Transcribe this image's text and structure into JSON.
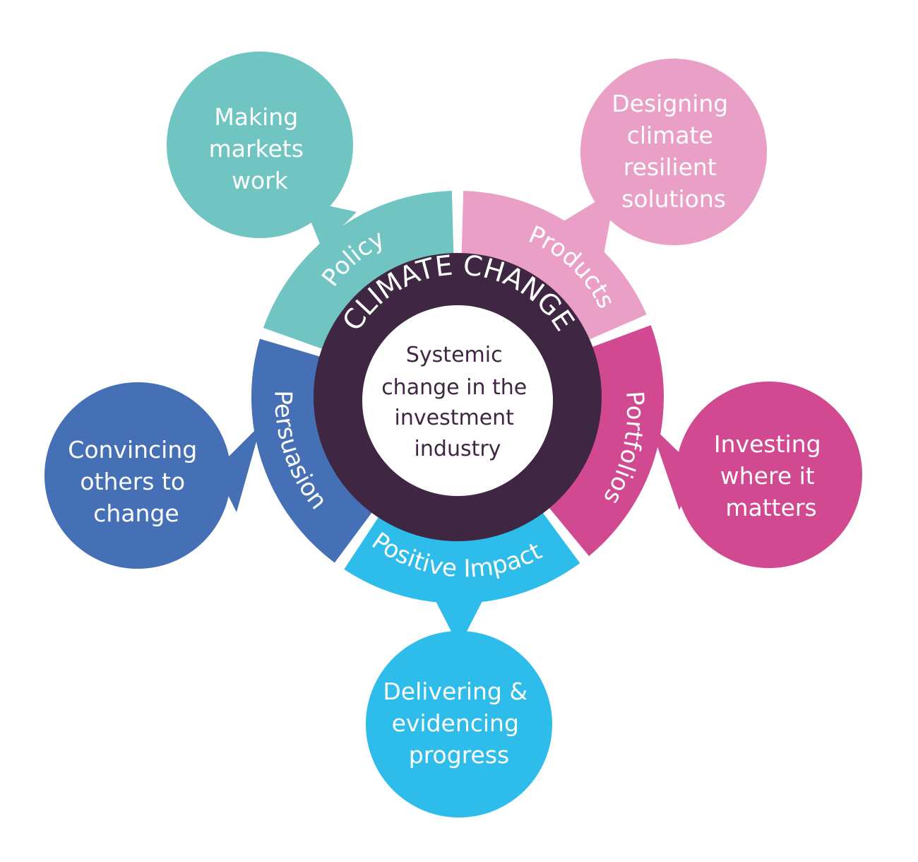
{
  "center": {
    "title": "CLIMATE CHANGE",
    "core_lines": [
      "Systemic",
      "change in the",
      "investment",
      "industry"
    ]
  },
  "segments": [
    {
      "key": "policy",
      "label": "Policy",
      "color": "#70c4c2",
      "bubble_lines": [
        "Making",
        "markets",
        "work"
      ]
    },
    {
      "key": "products",
      "label": "Products",
      "color": "#eaa0c6",
      "bubble_lines": [
        "Designing",
        "climate",
        "resilient",
        "solutions"
      ]
    },
    {
      "key": "portfolios",
      "label": "Portfolios",
      "color": "#d04991",
      "bubble_lines": [
        "Investing",
        "where it",
        "matters"
      ]
    },
    {
      "key": "positive-impact",
      "label": "Positive Impact",
      "color": "#2ebcea",
      "bubble_lines": [
        "Delivering &",
        "evidencing",
        "progress"
      ]
    },
    {
      "key": "persuasion",
      "label": "Persuasion",
      "color": "#4570b6",
      "bubble_lines": [
        "Convincing",
        "others to",
        "change"
      ]
    }
  ],
  "colors": {
    "ring": "#3f2643",
    "core_fill": "#ffffff",
    "core_text": "#3f2643",
    "background": "#ffffff"
  }
}
